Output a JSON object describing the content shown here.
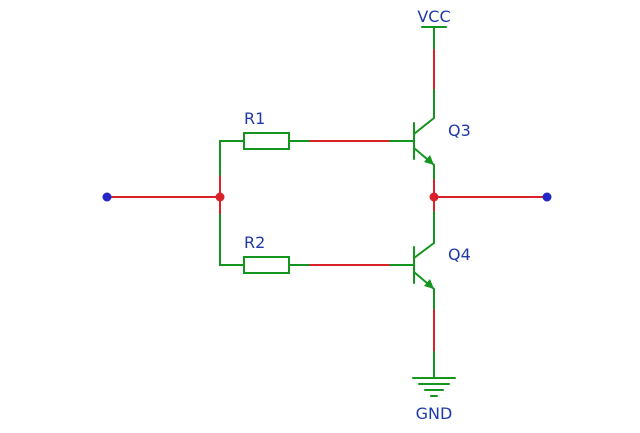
{
  "labels": {
    "vcc": "VCC",
    "gnd": "GND",
    "r1": "R1",
    "r2": "R2",
    "q3": "Q3",
    "q4": "Q4"
  },
  "colors": {
    "wire": "#d9212a",
    "component": "#14951f",
    "text": "#1f3aa8",
    "port": "#2327c8"
  }
}
